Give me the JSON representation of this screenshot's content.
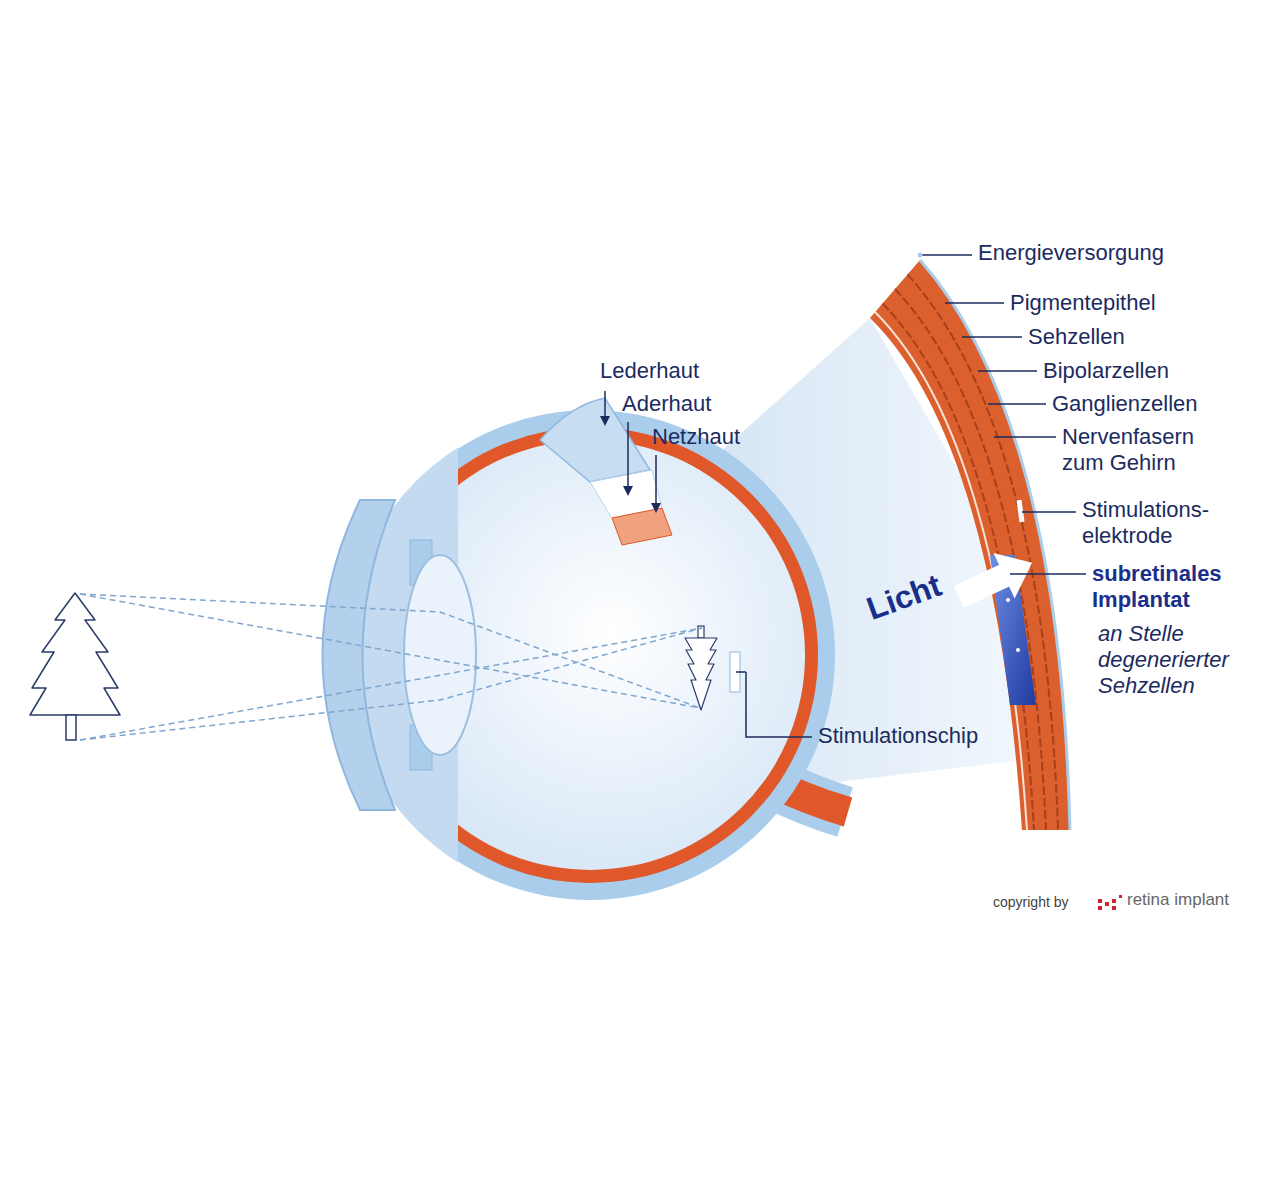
{
  "diagram": {
    "labels": [
      "Lederhaut",
      "Aderhaut",
      "Netzhaut",
      "Energieversorgung",
      "Pigmentepithel",
      "Sehzellen",
      "Bipolarzellen",
      "Ganglienzellen",
      "Nervenfasern zum Gehirn",
      "Stimulations- elektrode",
      "subretinales Implantat",
      "an Stelle degenerierter Sehzellen",
      "Licht",
      "Stimulationschip",
      "copyright by",
      "retina implant"
    ]
  }
}
